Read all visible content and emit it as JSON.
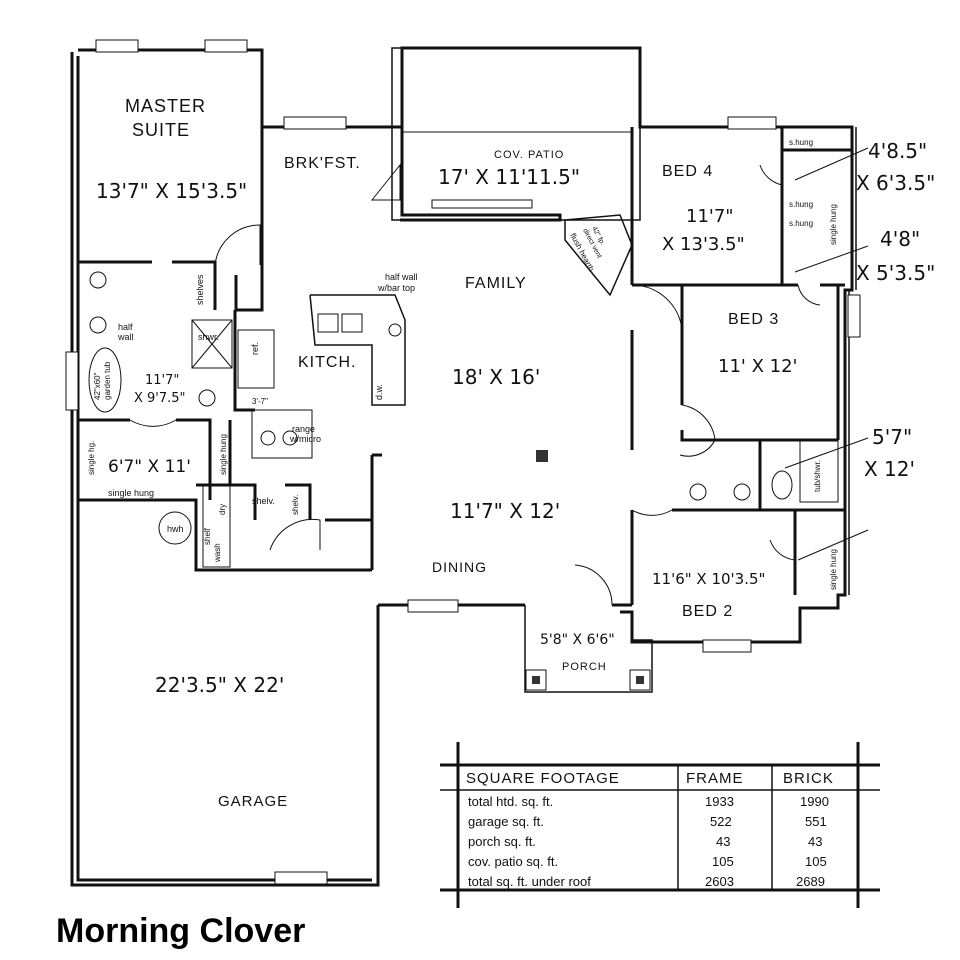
{
  "title": "Morning Clover",
  "rooms": {
    "master_suite": "MASTER\nSUITE",
    "master_suite_line1": "MASTER",
    "master_suite_line2": "SUITE",
    "master_suite_size": "13'7\" X 15'3.5\"",
    "brkfst": "BRK'FST.",
    "cov_patio": "COV. PATIO",
    "cov_patio_size": "17' X 11'11.5\"",
    "family": "FAMILY",
    "family_size": "18' X 16'",
    "kitch": "KITCH.",
    "dining": "DINING",
    "dining_size": "11'7\" X 12'",
    "bed4": "BED 4",
    "bed4_size_line1": "11'7\"",
    "bed4_size_line2": "X 13'3.5\"",
    "bed3": "BED 3",
    "bed3_size": "11' X 12'",
    "bed2": "BED 2",
    "bed2_size": "11'6\" X 10'3.5\"",
    "master_bath_size_line1": "11'7\"",
    "master_bath_size_line2": "X 9'7.5\"",
    "closet_size": "6'7\" X 11'",
    "porch": "PORCH",
    "porch_size": "5'8\" X 6'6\"",
    "garage": "GARAGE",
    "garage_size": "22'3.5\" X 22'"
  },
  "callouts": {
    "closet_bed4_line1": "4'8.5\"",
    "closet_bed4_line2": "X 6'3.5\"",
    "closet_bed3_line1": "4'8\"",
    "closet_bed3_line2": "X 5'3.5\"",
    "bath2_line1": "5'7\"",
    "bath2_line2": "X 12'"
  },
  "annotations": {
    "half_wall_bar_top_1": "half wall",
    "half_wall_bar_top_2": "w/bar top",
    "range_micro_1": "range",
    "range_micro_2": "w/micro",
    "fireplace_1": "42\" fp.",
    "fireplace_2": "direct vent",
    "flush_hearth": "flush hearth",
    "garden_tub_1": "42\"x60\"",
    "garden_tub_2": "garden tub",
    "half_wall_1": "half",
    "half_wall_2": "wall",
    "shelves": "shelves",
    "shwr": "shwr.",
    "ref": "ref.",
    "dw": "d.w.",
    "shelv_1": "shelv.",
    "shelv_2": "shelv.",
    "hwh": "hwh",
    "wash": "wash",
    "dry": "dry",
    "shelf": "shelf",
    "single_hung_1": "single hung",
    "single_hung_2": "single hung",
    "single_hung_3": "single hung",
    "single_hung_4": "single hung",
    "single_hg": "single hg.",
    "s_hung_1": "s.hung",
    "s_hung_2": "s.hung",
    "s_hung_3": "s.hung",
    "single_hung_v": "single hung",
    "tub_shwr": "tub/shwr.",
    "dim_3_7": "3'-7\""
  },
  "square_footage": {
    "headers": [
      "SQUARE FOOTAGE",
      "FRAME",
      "BRICK"
    ],
    "rows": [
      {
        "label": "total htd. sq. ft.",
        "frame": "1933",
        "brick": "1990"
      },
      {
        "label": "garage sq. ft.",
        "frame": "522",
        "brick": "551"
      },
      {
        "label": "porch sq. ft.",
        "frame": "43",
        "brick": "43"
      },
      {
        "label": "cov. patio sq. ft.",
        "frame": "105",
        "brick": "105"
      },
      {
        "label": "total sq. ft. under roof",
        "frame": "2603",
        "brick": "2689"
      }
    ]
  }
}
